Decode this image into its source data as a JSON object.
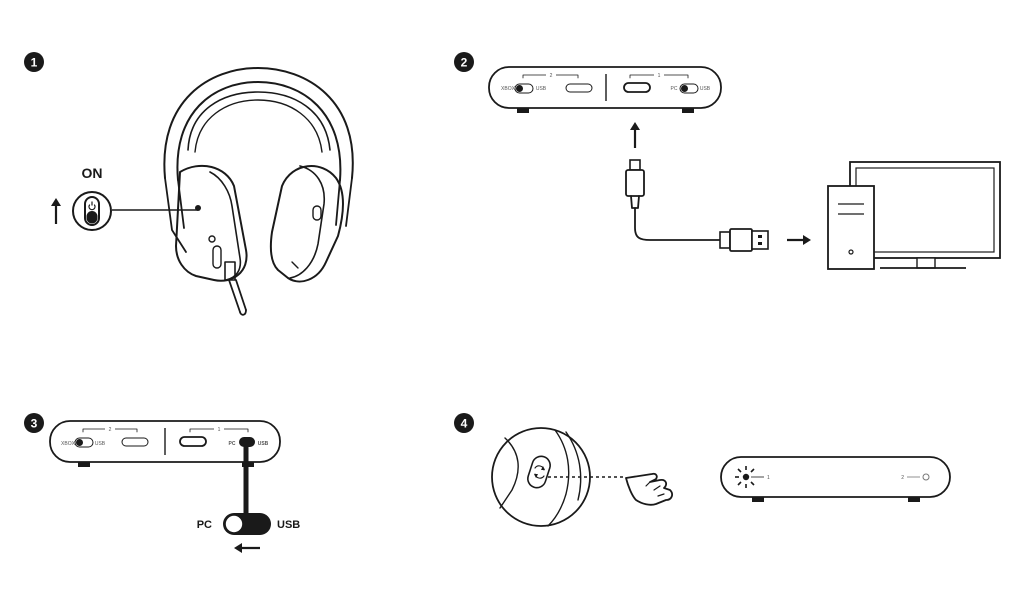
{
  "steps": [
    {
      "number": "1"
    },
    {
      "number": "2"
    },
    {
      "number": "3"
    },
    {
      "number": "4"
    }
  ],
  "step1": {
    "power_label": "ON"
  },
  "receiver": {
    "slot2_number": "2",
    "slot1_number": "1",
    "switch_left_label": "XBOX",
    "switch_left_right_label": "USB",
    "switch_pc_label": "PC",
    "switch_pc_right_label": "USB"
  },
  "step3": {
    "switch_left_label": "PC",
    "switch_right_label": "USB"
  },
  "step4": {
    "light_label": "1",
    "slot2_label": "2"
  },
  "icons": {
    "power": "power-icon",
    "pairing": "pairing-button-icon",
    "hand": "pointing-hand-icon",
    "arrow": "arrow-icon",
    "computer": "desktop-computer-icon"
  }
}
